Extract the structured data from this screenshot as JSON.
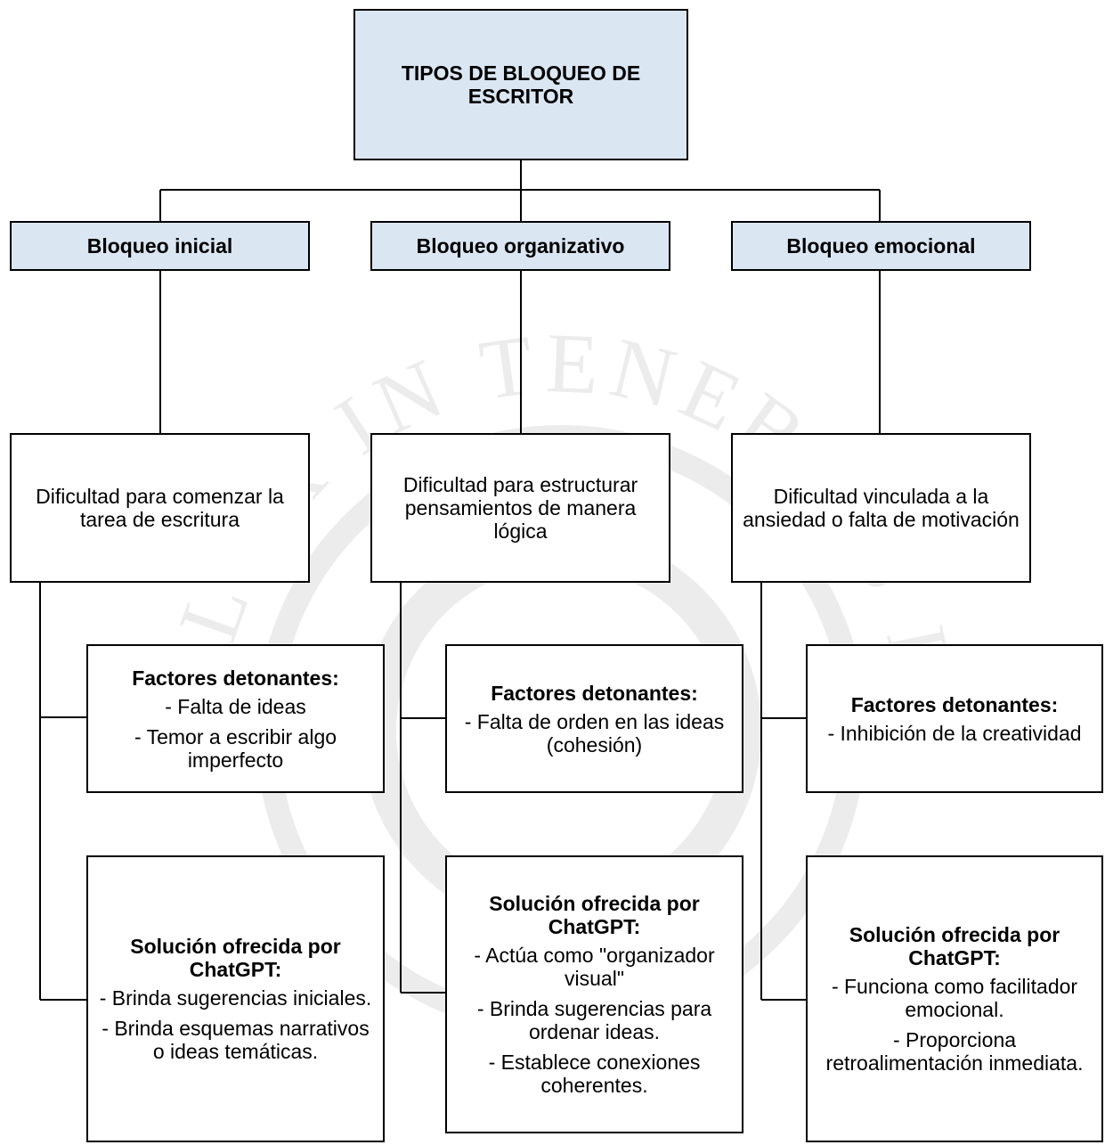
{
  "root": {
    "title": "TIPOS DE BLOQUEO DE ESCRITOR"
  },
  "colors": {
    "header_fill": "#dbe6f3",
    "border": "#000000",
    "watermark": "#ececec"
  },
  "watermark": {
    "text": "LUX IN TENEBRIS LUCET"
  },
  "branches": [
    {
      "label": "Bloqueo inicial",
      "description": "Dificultad para comenzar la tarea de escritura",
      "factors": {
        "title": "Factores detonantes:",
        "items": [
          "- Falta de ideas",
          "- Temor a escribir algo imperfecto"
        ]
      },
      "solution": {
        "title": "Solución ofrecida por ChatGPT:",
        "items": [
          "- Brinda sugerencias iniciales.",
          "- Brinda esquemas narrativos o ideas temáticas."
        ]
      }
    },
    {
      "label": "Bloqueo organizativo",
      "description": "Dificultad para estructurar pensamientos de manera lógica",
      "factors": {
        "title": "Factores detonantes:",
        "items": [
          "- Falta de orden en las ideas (cohesión)"
        ]
      },
      "solution": {
        "title": "Solución ofrecida por ChatGPT:",
        "items": [
          "- Actúa como \"organizador visual\"",
          "- Brinda sugerencias para ordenar ideas.",
          "- Establece conexiones coherentes."
        ]
      }
    },
    {
      "label": "Bloqueo emocional",
      "description": "Dificultad vinculada a la ansiedad o falta de motivación",
      "factors": {
        "title": "Factores detonantes:",
        "items": [
          "- Inhibición de la creatividad"
        ]
      },
      "solution": {
        "title": "Solución ofrecida por ChatGPT:",
        "items": [
          "- Funciona como facilitador emocional.",
          "- Proporciona retroalimentación inmediata."
        ]
      }
    }
  ]
}
